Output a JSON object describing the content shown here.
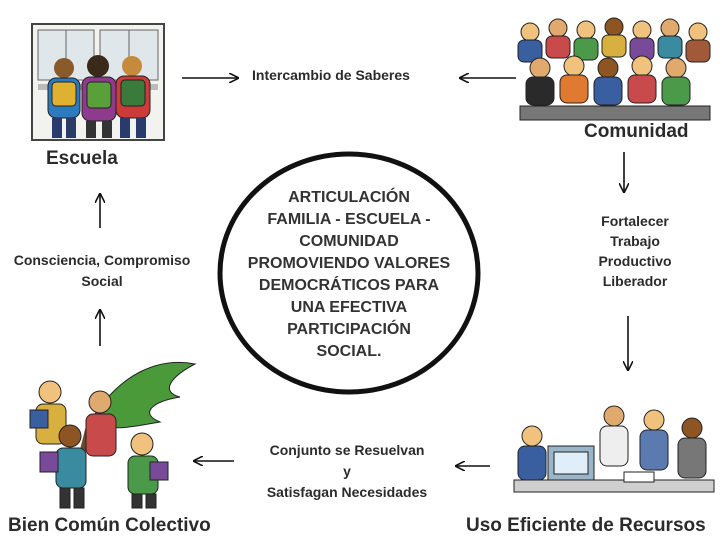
{
  "nodes": {
    "escuela": "Escuela",
    "comunidad": "Comunidad",
    "bien_comun": "Bien Común Colectivo",
    "uso_eficiente": "Uso Eficiente de Recursos"
  },
  "connectors": {
    "intercambio": "Intercambio de Saberes",
    "fortalecer": [
      "Fortalecer",
      "Trabajo",
      "Productivo",
      "Liberador"
    ],
    "conjunto": [
      "Conjunto se Resuelvan",
      "y",
      "Satisfagan Necesidades"
    ],
    "consciencia": [
      "Consciencia, Compromiso",
      "Social"
    ]
  },
  "center": {
    "lines": [
      "ARTICULACIÓN",
      "FAMILIA - ESCUELA -",
      "COMUNIDAD",
      "PROMOVIENDO VALORES",
      "DEMOCRÁTICOS PARA",
      "UNA EFECTIVA",
      "PARTICIPACIÓN",
      "SOCIAL."
    ]
  },
  "icons": {
    "escuela": "students-with-backpacks-icon",
    "comunidad": "audience-crowd-icon",
    "bien_comun": "people-carrying-tree-icon",
    "uso_eficiente": "team-at-computer-icon"
  }
}
